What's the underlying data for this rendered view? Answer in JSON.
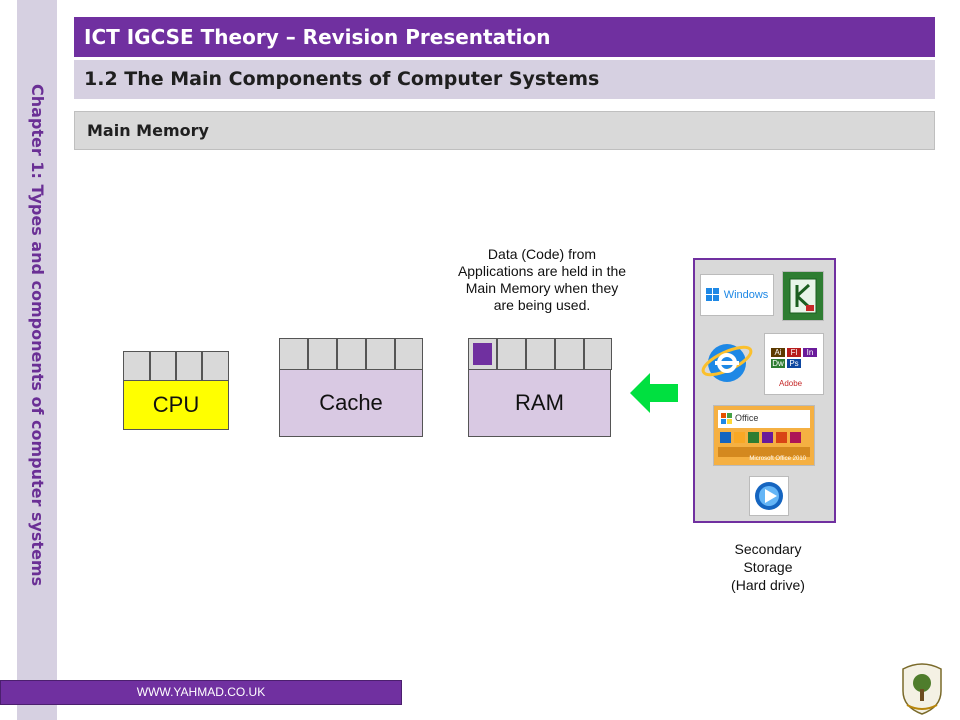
{
  "sidebar": {
    "chapter": "Chapter 1: Types and components of computer systems"
  },
  "header": {
    "title": "ICT IGCSE Theory – Revision Presentation",
    "subtitle": "1.2 The Main Components of Computer Systems",
    "section": "Main Memory"
  },
  "diagram": {
    "cpu_label": "CPU",
    "cache_label": "Cache",
    "ram_label": "RAM",
    "note_lines": [
      "Data (Code) from",
      "Applications are held in the",
      "Main Memory when they",
      "are being used."
    ],
    "storage_lines": [
      "Secondary",
      "Storage",
      "(Hard drive)"
    ],
    "apps": {
      "windows": "Windows",
      "adobe": "Adobe",
      "adobe_codes": [
        "Ai",
        "Fl",
        "In",
        "Dw",
        "Ps"
      ],
      "office_brand": "Office",
      "office_caption": "Microsoft Office 2010"
    },
    "colors": {
      "cpu_fill": "#ffff00",
      "cache_fill": "#d9c9e3",
      "ram_fill": "#d9c9e3",
      "active_cell": "#7030a0",
      "arrow": "#00e040",
      "storage_border": "#7030a0"
    },
    "icons": [
      "windows-logo-icon",
      "kaspersky-icon",
      "internet-explorer-icon",
      "adobe-suite-icon",
      "microsoft-office-icon",
      "media-player-icon",
      "left-arrow-icon"
    ]
  },
  "footer": {
    "url": "WWW.YAHMAD.CO.UK"
  },
  "logo": {
    "name": "school-crest-icon"
  }
}
